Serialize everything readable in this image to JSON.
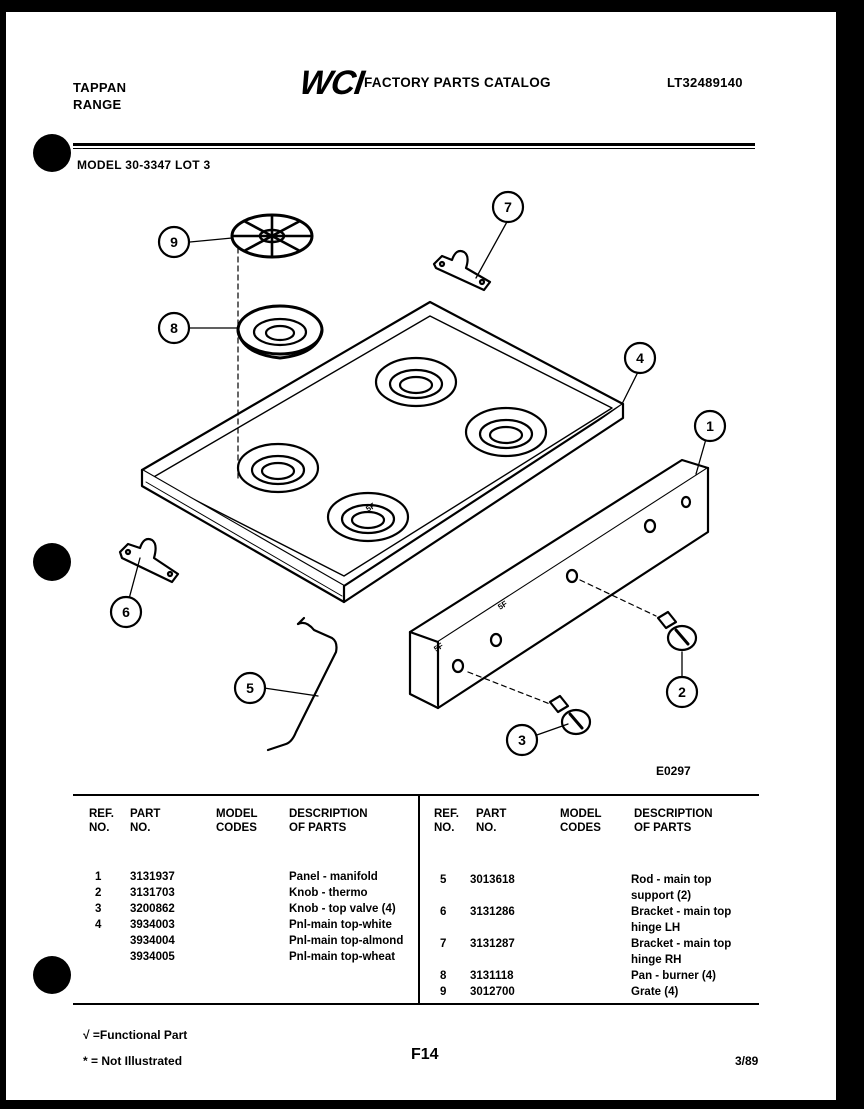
{
  "header": {
    "brand_line1": "TAPPAN",
    "brand_line2": "RANGE",
    "logo": "WCI",
    "catalog_title": "FACTORY PARTS CATALOG",
    "catalog_number": "LT32489140",
    "model_line": "MODEL 30-3347 LOT 3"
  },
  "diagram": {
    "callouts": [
      "1",
      "2",
      "3",
      "4",
      "5",
      "6",
      "7",
      "8",
      "9"
    ],
    "figure_code": "E0297",
    "panel_marks": [
      "5F",
      "5F",
      "5F"
    ]
  },
  "table": {
    "headers_left": {
      "ref1": "REF.",
      "ref2": "NO.",
      "part1": "PART",
      "part2": "NO.",
      "model1": "MODEL",
      "model2": "CODES",
      "desc1": "DESCRIPTION",
      "desc2": "OF PARTS"
    },
    "headers_right": {
      "ref1": "REF.",
      "ref2": "NO.",
      "part1": "PART",
      "part2": "NO.",
      "model1": "MODEL",
      "model2": "CODES",
      "desc1": "DESCRIPTION",
      "desc2": "OF PARTS"
    },
    "left_rows": [
      {
        "ref": "1",
        "part": "3131937",
        "desc": "Panel - manifold"
      },
      {
        "ref": "2",
        "part": "3131703",
        "desc": "Knob - thermo"
      },
      {
        "ref": "3",
        "part": "3200862",
        "desc": "Knob - top valve (4)"
      },
      {
        "ref": "4",
        "part": "3934003",
        "desc": "Pnl-main top-white"
      },
      {
        "ref": "",
        "part": "3934004",
        "desc": "Pnl-main top-almond"
      },
      {
        "ref": "",
        "part": "3934005",
        "desc": "Pnl-main top-wheat"
      }
    ],
    "right_rows": [
      {
        "ref": "5",
        "part": "3013618",
        "desc1": "Rod - main top",
        "desc2": "support (2)"
      },
      {
        "ref": "6",
        "part": "3131286",
        "desc1": "Bracket - main top",
        "desc2": "hinge LH"
      },
      {
        "ref": "7",
        "part": "3131287",
        "desc1": "Bracket - main top",
        "desc2": "hinge RH"
      },
      {
        "ref": "8",
        "part": "3131118",
        "desc1": "Pan - burner (4)",
        "desc2": ""
      },
      {
        "ref": "9",
        "part": "3012700",
        "desc1": "Grate (4)",
        "desc2": ""
      }
    ]
  },
  "footer": {
    "legend_functional": "√ =Functional Part",
    "legend_not_illustrated": "* = Not Illustrated",
    "page": "F14",
    "date": "3/89"
  }
}
